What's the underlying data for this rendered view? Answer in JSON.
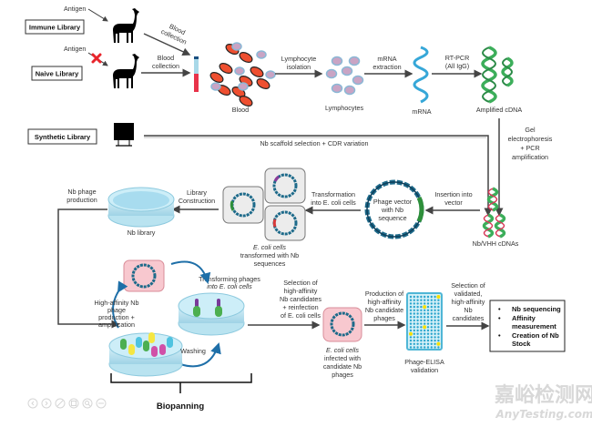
{
  "libraries": {
    "immune": "Immune Library",
    "naive": "Naive Library",
    "synthetic": "Synthetic Library"
  },
  "labels": {
    "antigen_immune": "Antigen",
    "antigen_naive": "Antigen",
    "blood_collection_1a": "Blood",
    "blood_collection_1b": "collection",
    "blood_collection_2a": "Blood",
    "blood_collection_2b": "collection",
    "blood": "Blood",
    "lymph_iso_a": "Lymphocyte",
    "lymph_iso_b": "isolation",
    "lymphocytes": "Lymphocytes",
    "mrna_ext_a": "mRNA",
    "mrna_ext_b": "extraction",
    "mrna": "mRNA",
    "rtpcr_a": "RT-PCR",
    "rtpcr_b": "(All IgG)",
    "amplified_cdna": "Amplified cDNA",
    "nb_scaffold": "Nb scaffold selection + CDR variation",
    "gel_a": "Gel",
    "gel_b": "electrophoresis",
    "gel_c": "+ PCR",
    "gel_d": "amplification",
    "nb_vhh": "Nb/VHH cDNAs",
    "insertion_a": "Insertion into",
    "insertion_b": "vector",
    "phage_vector_a": "Phage vector",
    "phage_vector_b": "with Nb",
    "phage_vector_c": "sequence",
    "transformation_a": "Transformation",
    "transformation_b": "into E. coli cells",
    "ecoli_trans_a": "E. coli cells",
    "ecoli_trans_b": "transformed with Nb",
    "ecoli_trans_c": "sequences",
    "library_const_a": "Library",
    "library_const_b": "Construction",
    "nb_library": "Nb library",
    "nb_phage_prod_a": "Nb phage",
    "nb_phage_prod_b": "production",
    "transforming_a": "Transforming phages",
    "transforming_b": "into E. coli cells",
    "high_aff_a": "High-affinity Nb",
    "high_aff_b": "phage",
    "high_aff_c": "production +",
    "high_aff_d": "amplification",
    "washing": "Washing",
    "biopanning": "Biopanning",
    "selection_a": "Selection of",
    "selection_b": "high-affinity",
    "selection_c": "Nb candidates",
    "selection_d": "+ reinfection",
    "selection_e": "of E. coli cells",
    "infected_a": "E. coli cells",
    "infected_b": "infected with",
    "infected_c": "candidate Nb",
    "infected_d": "phages",
    "production_a": "Production of",
    "production_b": "high-affinity",
    "production_c": "Nb candidate",
    "production_d": "phages",
    "elisa_a": "Phage-ELISA",
    "elisa_b": "validation",
    "validated_a": "Selection of",
    "validated_b": "validated,",
    "validated_c": "high-affinity",
    "validated_d": "Nb",
    "validated_e": "candidates"
  },
  "results_box": {
    "items": [
      "Nb sequencing",
      "Affinity",
      "measurement",
      "Creation of Nb",
      "Stock"
    ]
  },
  "watermark": {
    "cn": "嘉峪检测网",
    "en": "AnyTesting.com"
  },
  "viewer_controls": [
    "prev",
    "next",
    "edit",
    "copy",
    "zoom",
    "minus"
  ]
}
